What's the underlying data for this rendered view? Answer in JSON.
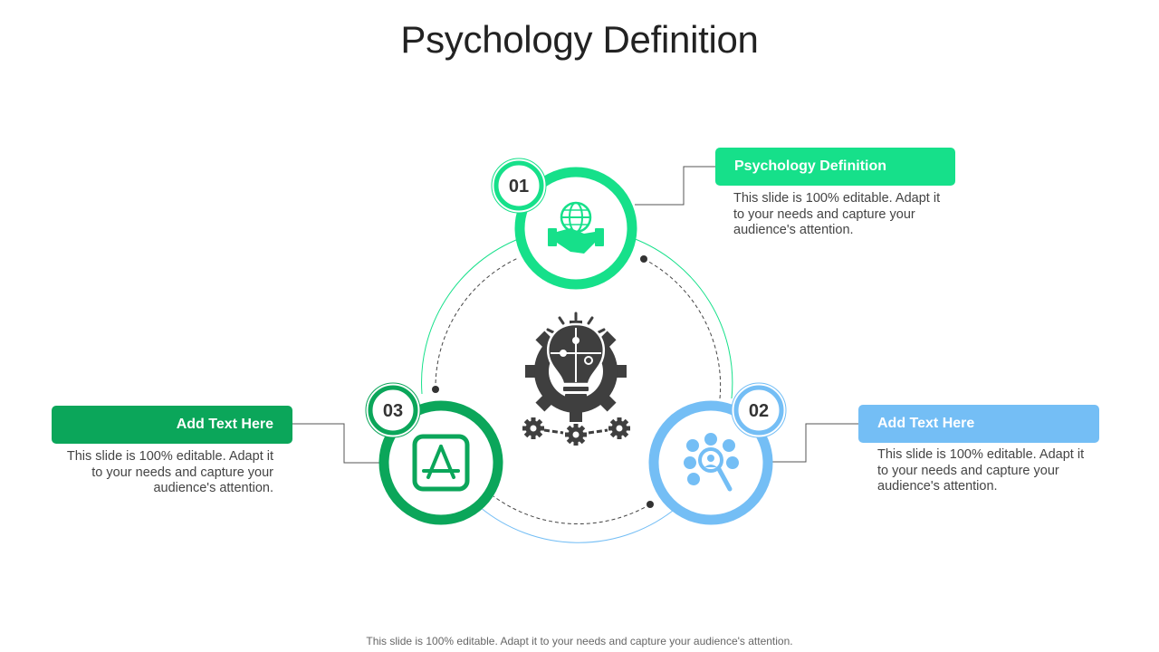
{
  "title": "Psychology Definition",
  "colors": {
    "green_light": "#16E08A",
    "green_dark": "#0BA65A",
    "blue": "#74BEF5",
    "icon_dark": "#3F3F3F"
  },
  "steps": [
    {
      "number": "01",
      "heading": "Psychology Definition",
      "description": "This slide is 100% editable. Adapt it to your needs and capture your audience's attention.",
      "icon": "handshake-globe-icon"
    },
    {
      "number": "02",
      "heading": "Add Text Here",
      "description": "This slide is 100% editable. Adapt it to your needs and capture your audience's attention.",
      "icon": "people-network-search-icon"
    },
    {
      "number": "03",
      "heading": "Add Text Here",
      "description": "This slide is 100% editable. Adapt it to your needs and capture your audience's attention.",
      "icon": "app-store-icon"
    }
  ],
  "center_icon": "lightbulb-puzzle-gear-icon",
  "footer": "This slide is 100% editable. Adapt it to your needs and capture your audience's attention."
}
